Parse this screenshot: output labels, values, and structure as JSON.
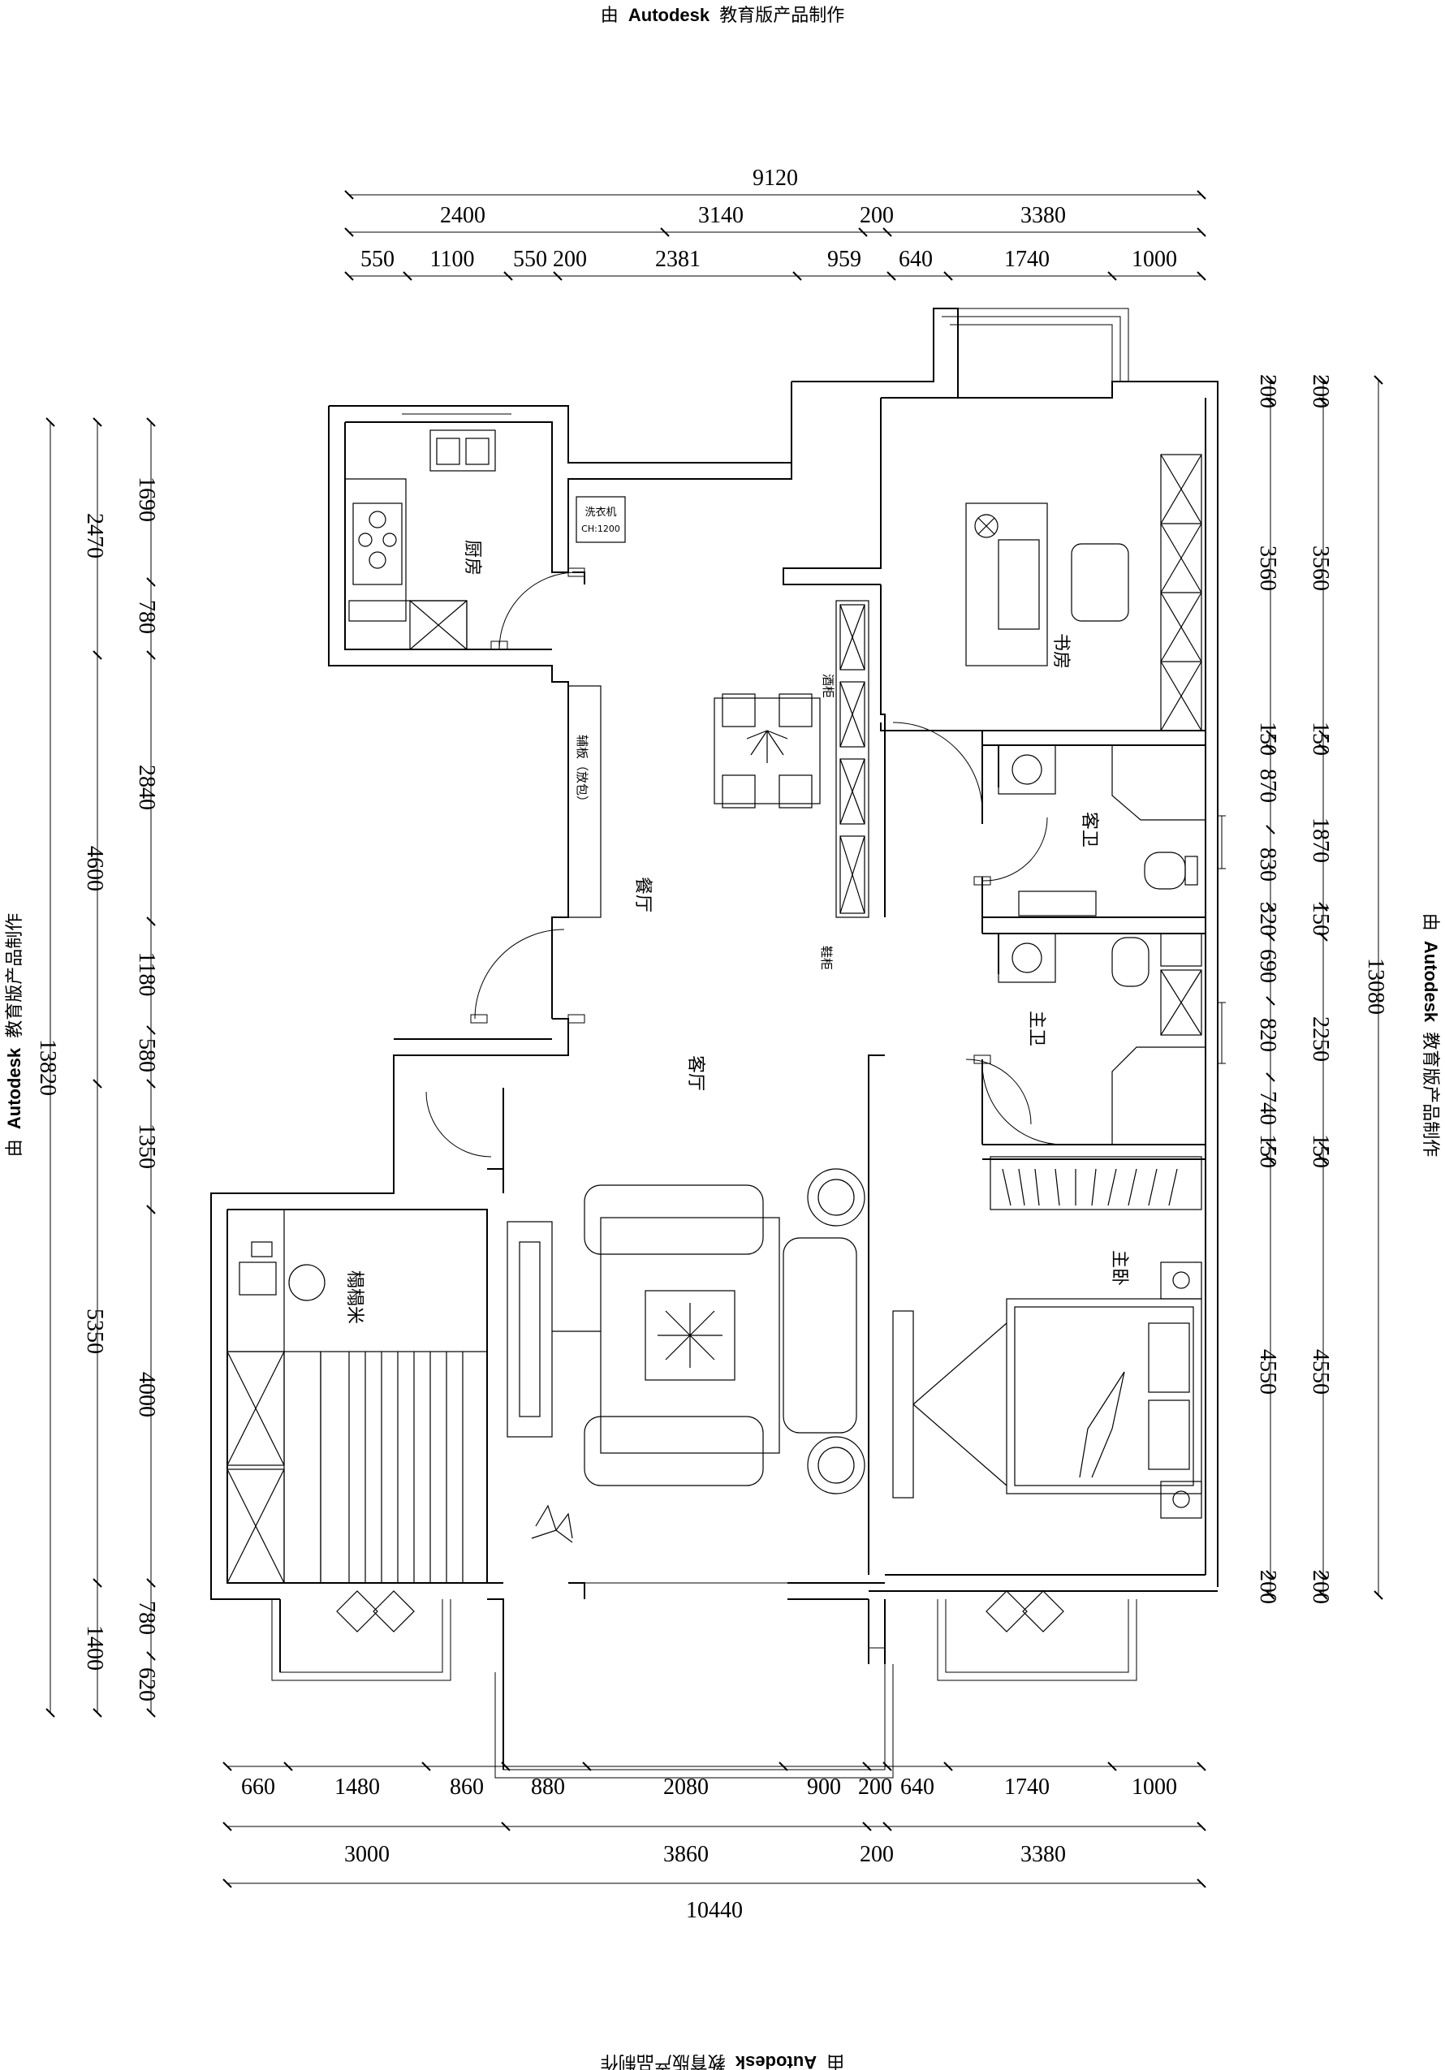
{
  "watermark": {
    "prefix": "由",
    "brand": "Autodesk",
    "suffix": "教育版产品制作"
  },
  "dimensions": {
    "top_total": "9120",
    "top_mid": [
      "2400",
      "3140",
      "200",
      "3380"
    ],
    "top_detail": [
      "550",
      "1100",
      "550",
      "200",
      "2381",
      "959",
      "640",
      "1740",
      "1000"
    ],
    "bottom_detail": [
      "660",
      "1480",
      "860",
      "880",
      "2080",
      "900",
      "200",
      "640",
      "1740",
      "1000"
    ],
    "bottom_mid": [
      "3000",
      "3860",
      "200",
      "3380"
    ],
    "bottom_total": "10440",
    "left_total": "13820",
    "left_mid": [
      "2470",
      "4600",
      "5350",
      "1400"
    ],
    "left_detail": [
      "1690",
      "780",
      "2840",
      "1180",
      "580",
      "1350",
      "4000",
      "780",
      "620"
    ],
    "right_total": "13080",
    "right_outer": [
      "200",
      "3560",
      "150",
      "1870",
      "150",
      "2250",
      "150",
      "4550",
      "200"
    ],
    "right_inner": [
      "200",
      "3560",
      "150",
      "870",
      "830",
      "320",
      "690",
      "820",
      "740",
      "150",
      "4550",
      "200"
    ]
  },
  "rooms": {
    "kitchen": "厨房",
    "dining": "餐厅",
    "living": "客厅",
    "study": "书房",
    "guest_bath": "客卫",
    "master_bath": "主卫",
    "master_bedroom": "主卧",
    "tatami": "榻榻米",
    "washer": "洗衣机",
    "washer_size": "CH:1200",
    "wine_cabinet": "酒柜",
    "shoe_cabinet": "鞋柜",
    "feature_wall": "辅板（放包）"
  }
}
